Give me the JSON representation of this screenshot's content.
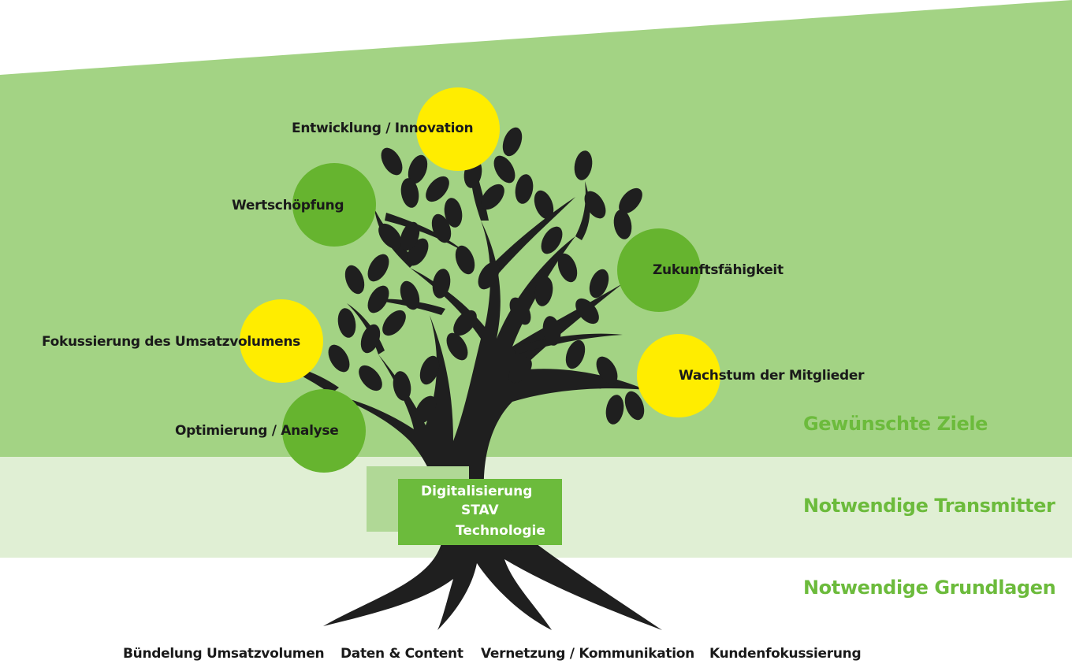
{
  "goals": [
    {
      "label": "Entwicklung / Innovation",
      "color": "#ffed00"
    },
    {
      "label": "Wertschöpfung",
      "color": "#66b42f"
    },
    {
      "label": "Zukunftsfähigkeit",
      "color": "#66b42f"
    },
    {
      "label": "Fokussierung des Umsatzvolumens",
      "color": "#ffed00"
    },
    {
      "label": "Wachstum der Mitglieder",
      "color": "#ffed00"
    },
    {
      "label": "Optimierung / Analyse",
      "color": "#66b42f"
    }
  ],
  "transmitters": [
    "Digitalisierung",
    "STAV",
    "Technologie"
  ],
  "layers": {
    "goals": "Gewünschte Ziele",
    "transmitters": "Notwendige Transmitter",
    "foundations": "Notwendige Grundlagen"
  },
  "foundations": [
    "Bündelung Umsatzvolumen",
    "Daten & Content",
    "Vernetzung / Kommunikation",
    "Kundenfokussierung"
  ],
  "colors": {
    "goals_band": "#a3d384",
    "transmitter_band": "#e0efd4",
    "accent_green": "#6cbb3c",
    "yellow": "#ffed00",
    "tree": "#1f1f1f"
  }
}
